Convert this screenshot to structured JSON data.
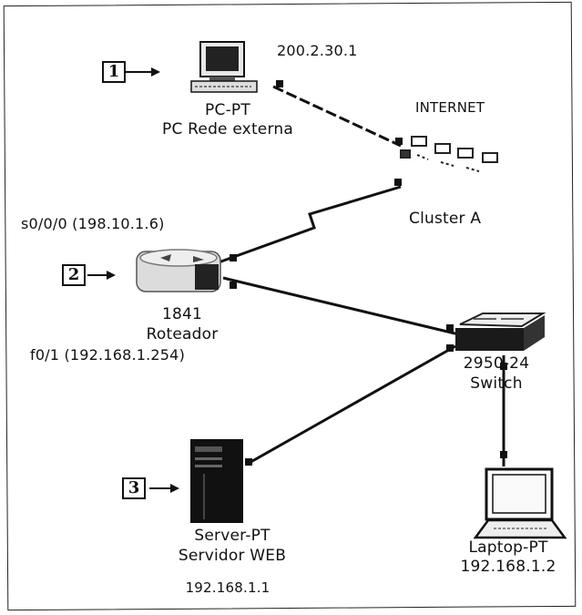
{
  "markers": [
    "1",
    "2",
    "3"
  ],
  "pc": {
    "type": "PC-PT",
    "name": "PC Rede externa",
    "ip": "200.2.30.1"
  },
  "cloud": {
    "label": "INTERNET",
    "name": "Cluster A"
  },
  "router": {
    "interface_serial": "s0/0/0 (198.10.1.6)",
    "model": "1841",
    "name": "Roteador",
    "interface_fast": "f0/1 (192.168.1.254)"
  },
  "switch": {
    "model": "2950-24",
    "name": "Switch"
  },
  "server": {
    "type": "Server-PT",
    "name": "Servidor WEB",
    "ip": "192.168.1.1"
  },
  "laptop": {
    "type": "Laptop-PT",
    "ip": "192.168.1.2"
  }
}
